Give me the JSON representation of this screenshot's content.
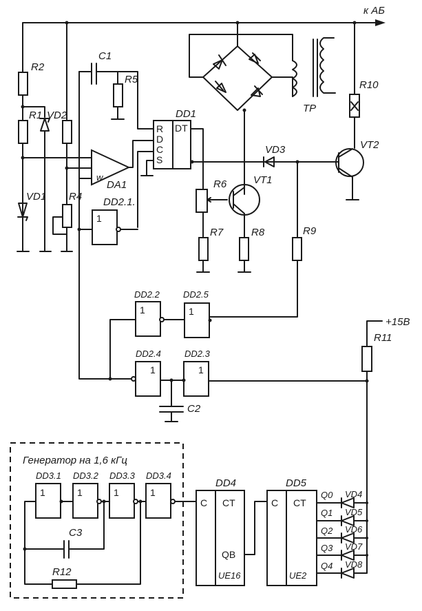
{
  "title": "Схема зарядного устройства",
  "labels": {
    "to_battery": "к АБ",
    "supply": "+15В",
    "generator": "Генератор на 1,6 кГц"
  },
  "components": {
    "R1": "R1",
    "R2": "R2",
    "R4": "R4",
    "R5": "R5",
    "R6": "R6",
    "R7": "R7",
    "R8": "R8",
    "R9": "R9",
    "R10": "R10",
    "R11": "R11",
    "R12": "R12",
    "C1": "C1",
    "C2": "C2",
    "C3": "C3",
    "VD1": "VD1",
    "VD2": "VD2",
    "VD3": "VD3",
    "VD4": "VD4",
    "VD5": "VD5",
    "VD6": "VD6",
    "VD7": "VD7",
    "VD8": "VD8",
    "VT1": "VT1",
    "VT2": "VT2",
    "TR": "TP",
    "DA1": "DA1",
    "DD1": "DD1",
    "DD2_1": "DD2.1.",
    "DD2_2": "DD2.2",
    "DD2_3": "DD2.3",
    "DD2_4": "DD2.4",
    "DD2_5": "DD2.5",
    "DD3_1": "DD3.1",
    "DD3_2": "DD3.2",
    "DD3_3": "DD3.3",
    "DD3_4": "DD3.4",
    "DD4": "DD4",
    "DD5": "DD5"
  },
  "pins": {
    "dd1": [
      "R",
      "D",
      "C",
      "S"
    ],
    "dd1_type": "DT",
    "gate": "1",
    "opamp": "w",
    "dd4_in": "C",
    "dd4_type": "CT",
    "dd4_out": "QB",
    "dd4_part": "UE16",
    "dd5_in": "C",
    "dd5_type": "CT",
    "dd5_part": "UE2",
    "dd5_outputs": [
      "Q0",
      "Q1",
      "Q2",
      "Q3",
      "Q4"
    ]
  }
}
